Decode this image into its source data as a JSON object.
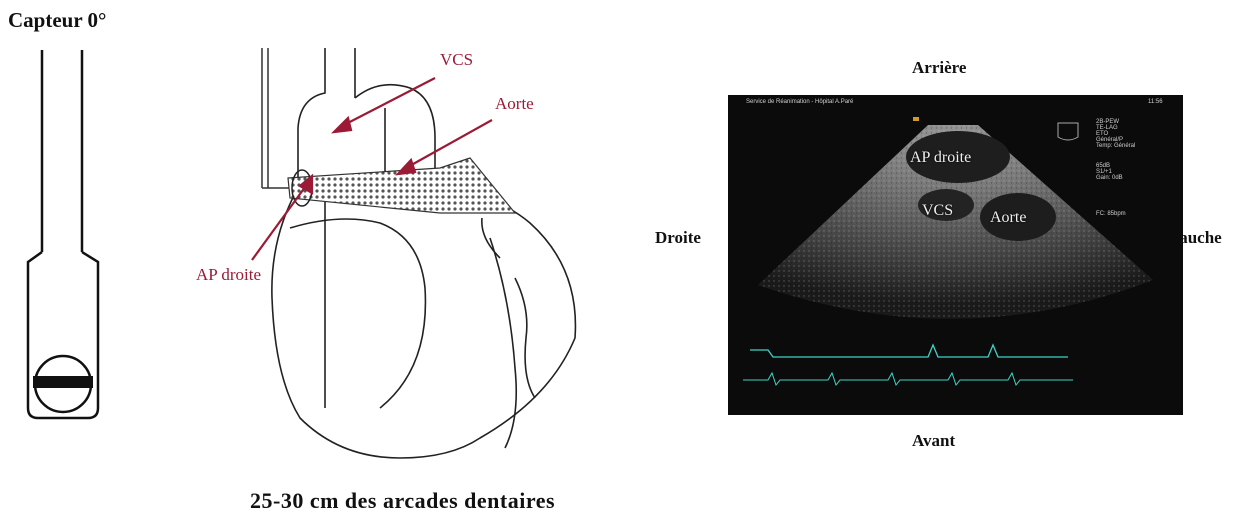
{
  "probe": {
    "title": "Capteur 0°"
  },
  "diagram": {
    "labels": {
      "vcs": "VCS",
      "aorte": "Aorte",
      "ap_droite": "AP droite"
    },
    "caption": "25-30 cm des arcades dentaires",
    "label_color": "#9b1a36"
  },
  "ultrasound": {
    "orientation": {
      "top": "Arrière",
      "bottom": "Avant",
      "left": "Droite",
      "right": "Gauche"
    },
    "labels": {
      "ap_droite": "AP droite",
      "vcs": "VCS",
      "aorte": "Aorte"
    },
    "header_text": "Service de Réanimation - Hôpital A.Paré",
    "time": "11:56",
    "side_info": [
      "2B-PEW",
      "TE-LAG",
      "ETO",
      "Général/P",
      "Temp: Général",
      "65dB",
      "S1/+1",
      "Gain: 0dB",
      "FC: 85bpm"
    ],
    "ecg_color": "#3fd3c8"
  }
}
